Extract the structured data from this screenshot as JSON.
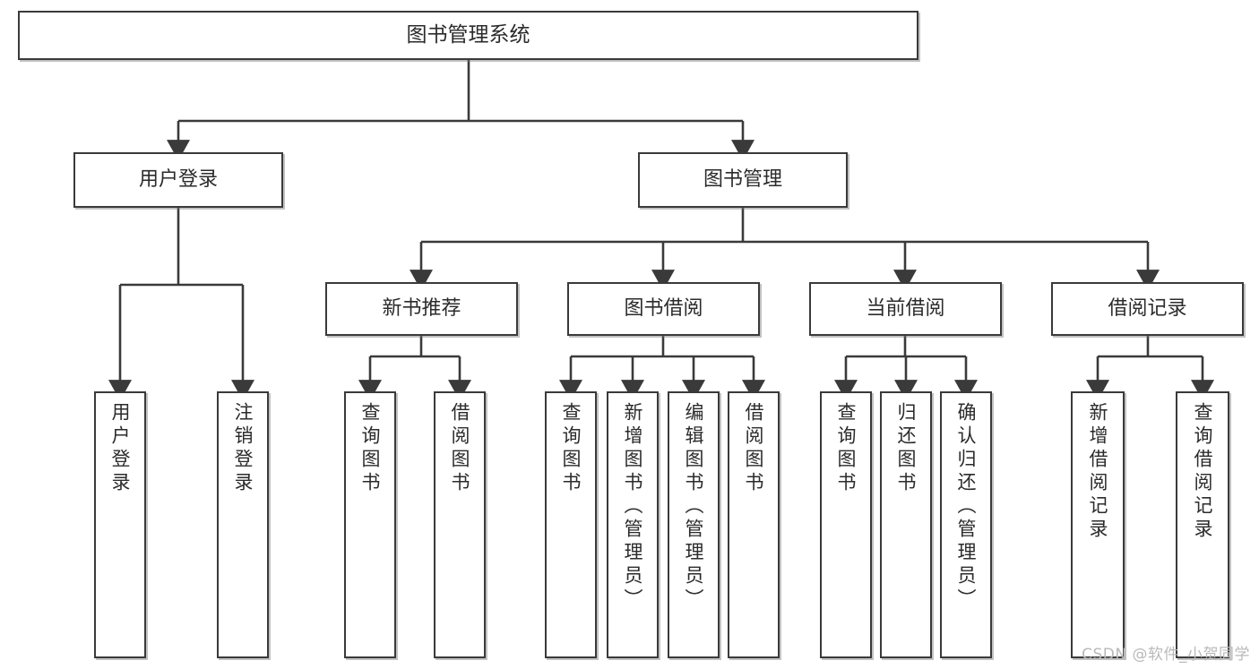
{
  "diagram": {
    "title_text": "图书管理系统",
    "type": "hierarchy-tree",
    "watermark": "CSDN @软件_小贺同学",
    "levels": {
      "root": "图书管理系统",
      "level2": [
        "用户登录",
        "图书管理"
      ],
      "level3": [
        "新书推荐",
        "图书借阅",
        "当前借阅",
        "借阅记录"
      ]
    },
    "nodes": {
      "root": {
        "label": "图书管理系统"
      },
      "user_login": {
        "label": "用户登录"
      },
      "book_manage": {
        "label": "图书管理"
      },
      "new_book_rec": {
        "label": "新书推荐"
      },
      "book_borrow": {
        "label": "图书借阅"
      },
      "current_borrow": {
        "label": "当前借阅"
      },
      "borrow_record": {
        "label": "借阅记录"
      }
    },
    "leaves": {
      "user_login_children": [
        {
          "label": "用户登录"
        },
        {
          "label": "注销登录"
        }
      ],
      "new_book_rec_children": [
        {
          "label": "查询图书"
        },
        {
          "label": "借阅图书"
        }
      ],
      "book_borrow_children": [
        {
          "label": "查询图书"
        },
        {
          "label": "新增图书（管理员）"
        },
        {
          "label": "编辑图书（管理员）"
        },
        {
          "label": "借阅图书"
        }
      ],
      "current_borrow_children": [
        {
          "label": "查询图书"
        },
        {
          "label": "归还图书"
        },
        {
          "label": "确认归还（管理员）"
        }
      ],
      "borrow_record_children": [
        {
          "label": "新增借阅记录"
        },
        {
          "label": "查询借阅记录"
        }
      ]
    },
    "colors": {
      "stroke": "#3a3a3a",
      "text": "#2b2b2b",
      "background": "#ffffff",
      "watermark": "#b9b9b9"
    }
  }
}
